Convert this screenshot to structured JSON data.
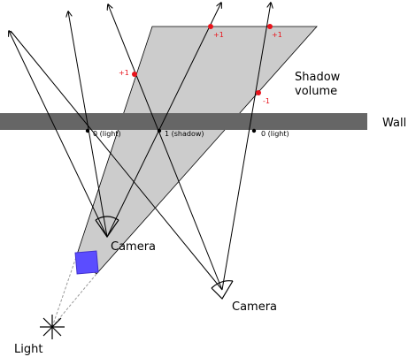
{
  "labels": {
    "wall": "Wall",
    "shadow_volume_line1": "Shadow",
    "shadow_volume_line2": "volume",
    "camera_left": "Camera",
    "camera_right": "Camera",
    "light": "Light"
  },
  "intersections": {
    "left_wall": "0 (light)",
    "middle_wall": "1 (shadow)",
    "right_wall": "0 (light)"
  },
  "counts": {
    "left_entry": "+1",
    "top_middle": "+1",
    "top_right": "+1",
    "right_exit": "-1"
  },
  "colors": {
    "shadow_volume_fill": "#cccccc",
    "wall_fill": "#666666",
    "occluder_fill": "#5b4dff",
    "marker_red": "#e8131b",
    "line": "#000000",
    "light_ray": "#999999"
  },
  "icons": {
    "light": "star-burst-icon",
    "camera": "camera-frustum-icon",
    "occluder": "blue-square-icon"
  }
}
